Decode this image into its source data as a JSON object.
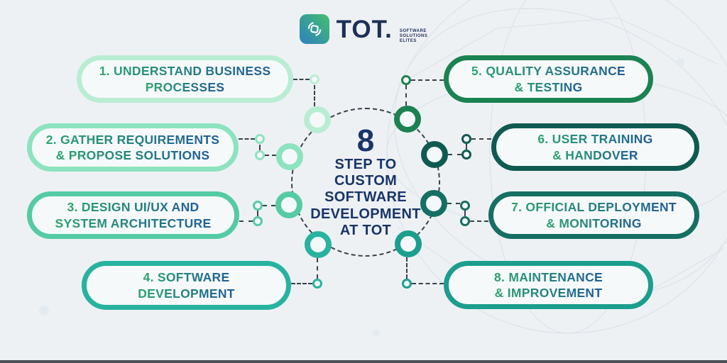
{
  "logo": {
    "brand": "TOT.",
    "tagline_lines": [
      "SOFTWARE",
      "SOLUTIONS",
      "ELITES"
    ],
    "icon": "sync-square-icon",
    "icon_gradient": [
      "#2e7fc0",
      "#43c06e"
    ],
    "brand_color": "#1c2f56"
  },
  "center": {
    "number": "8",
    "lines": [
      "STEP TO",
      "CUSTOM",
      "SOFTWARE",
      "DEVELOPMENT",
      "AT TOT"
    ],
    "text_color": "#17356a"
  },
  "steps": [
    {
      "id": 1,
      "lines": [
        "1. UNDERSTAND BUSINESS",
        "PROCESSES"
      ],
      "color": "#b9edd3"
    },
    {
      "id": 2,
      "lines": [
        "2. GATHER REQUIREMENTS",
        "& PROPOSE SOLUTIONS"
      ],
      "color": "#8ce3bf"
    },
    {
      "id": 3,
      "lines": [
        "3. DESIGN UI/UX AND",
        "SYSTEM ARCHITECTURE"
      ],
      "color": "#54cba3"
    },
    {
      "id": 4,
      "lines": [
        "4. SOFTWARE",
        "DEVELOPMENT"
      ],
      "color": "#27b3a0"
    },
    {
      "id": 5,
      "lines": [
        "5. QUALITY ASSURANCE",
        "& TESTING"
      ],
      "color": "#1b8251"
    },
    {
      "id": 6,
      "lines": [
        "6. USER TRAINING",
        "& HANDOVER"
      ],
      "color": "#0f5a50"
    },
    {
      "id": 7,
      "lines": [
        "7. OFFICIAL DEPLOYMENT",
        "& MONITORING"
      ],
      "color": "#156f62"
    },
    {
      "id": 8,
      "lines": [
        "8. MAINTENANCE",
        "& IMPROVEMENT"
      ],
      "color": "#1b9e8d"
    }
  ],
  "style": {
    "background": "#eef1f4",
    "pill_fill": "#f6f9fa",
    "dash_color": "#39424b",
    "text_gradient": [
      "#2ba36e",
      "#1e5c96"
    ],
    "bottom_bar_color": "#4b5157"
  }
}
